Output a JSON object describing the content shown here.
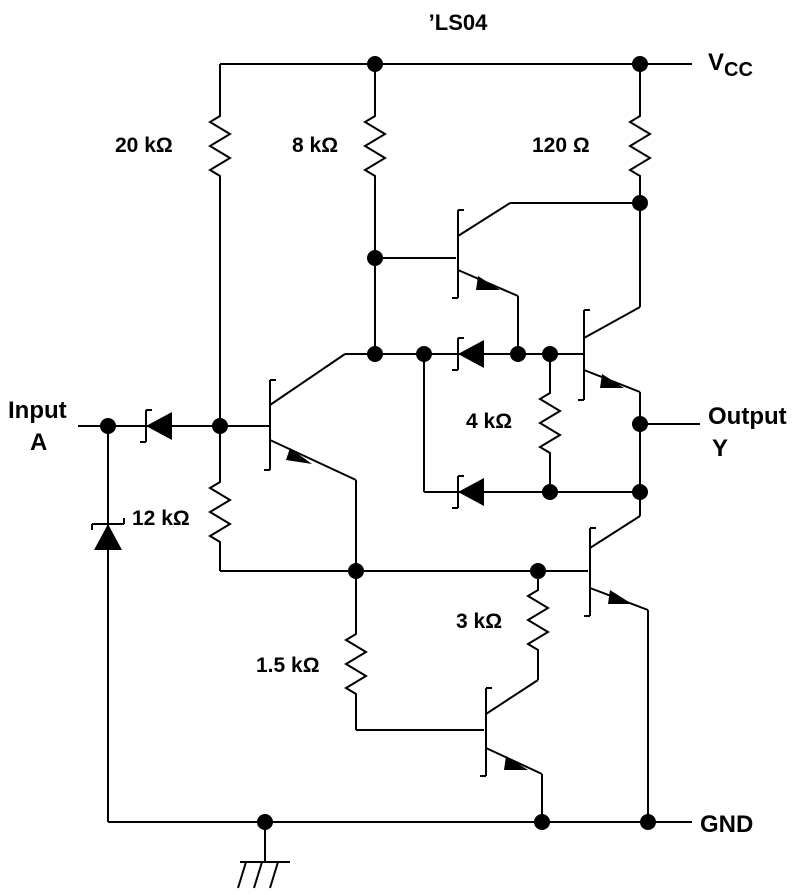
{
  "title": "’LS04",
  "power": {
    "vcc_main": "V",
    "vcc_sub": "CC",
    "gnd": "GND"
  },
  "input": {
    "line1": "Input",
    "line2": "A"
  },
  "output": {
    "line1": "Output",
    "line2": "Y"
  },
  "resistors": {
    "r20k": "20 kΩ",
    "r8k": "8 kΩ",
    "r120": "120 Ω",
    "r4k": "4 kΩ",
    "r12k": "12 kΩ",
    "r3k": "3 kΩ",
    "r1_5k": "1.5 kΩ"
  }
}
